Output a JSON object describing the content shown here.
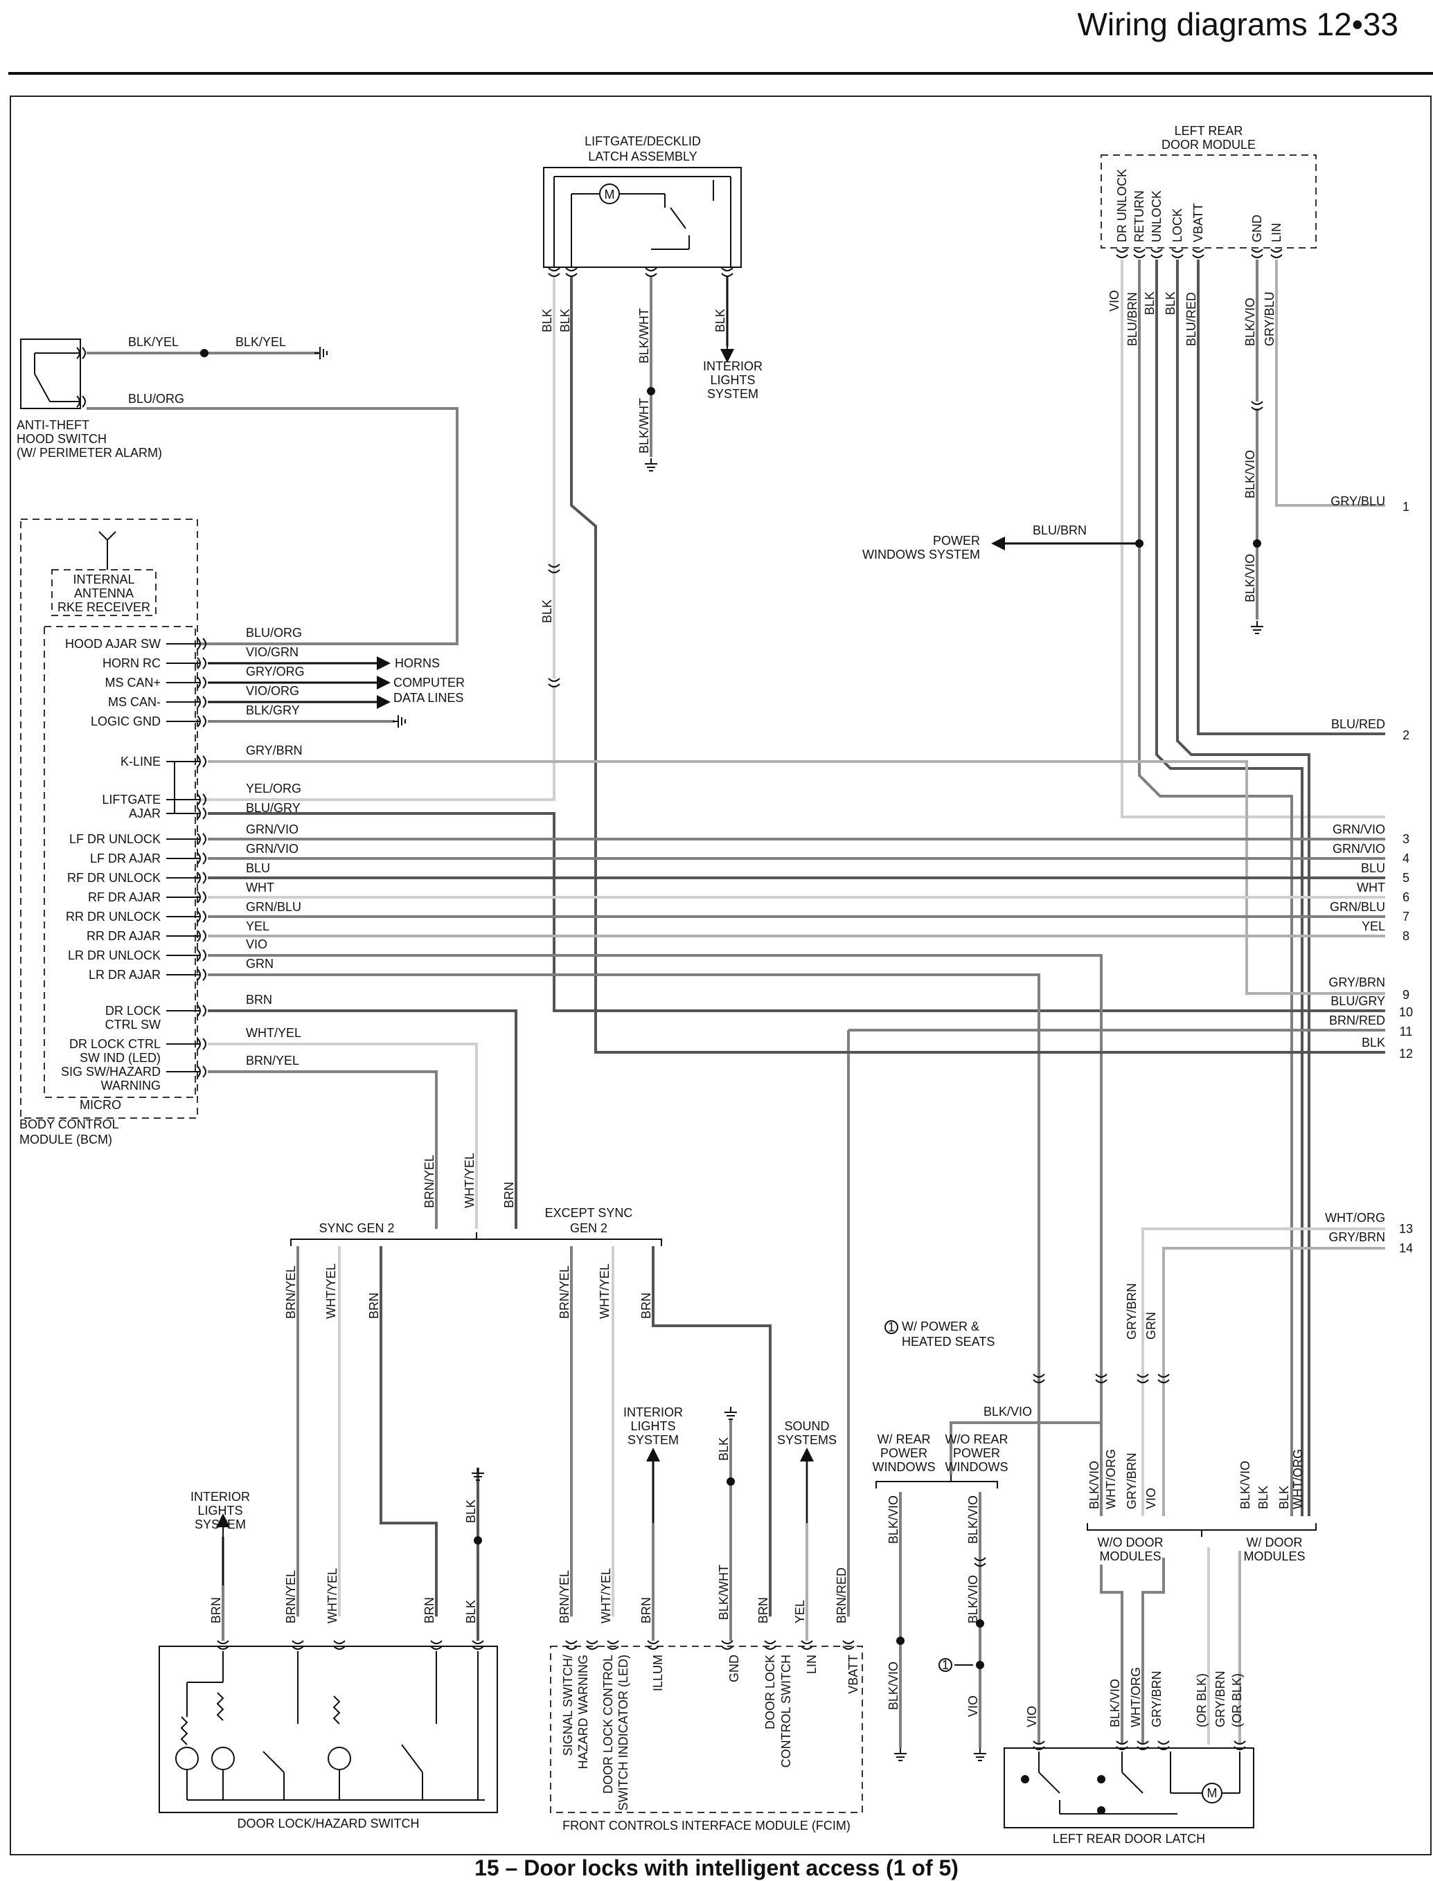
{
  "header": {
    "title": "Wiring diagrams  12•33"
  },
  "caption": "15 – Door locks with intelligent access (1 of 5)",
  "components": {
    "liftgate_latch": [
      "LIFTGATE/DECKLID",
      "LATCH ASSEMBLY"
    ],
    "left_rear_door_module": [
      "LEFT REAR",
      "DOOR MODULE"
    ],
    "lr_module_pins": [
      "DR UNLOCK",
      "RETURN",
      "UNLOCK",
      "LOCK",
      "VBATT",
      "GND",
      "LIN"
    ],
    "anti_theft": [
      "ANTI-THEFT",
      "HOOD SWITCH",
      "(W/ PERIMETER ALARM)"
    ],
    "antenna": [
      "INTERNAL",
      "ANTENNA",
      "RKE RECEIVER"
    ],
    "bcm": [
      "BODY CONTROL",
      "MODULE (BCM)"
    ],
    "micro": "MICRO",
    "door_lock_hazard": "DOOR LOCK/HAZARD SWITCH",
    "fcim": "FRONT CONTROLS INTERFACE MODULE (FCIM)",
    "fcim_pins": [
      "SIGNAL SWITCH/",
      "HAZARD WARNING",
      "DOOR LOCK CONTROL",
      "SWITCH INDICATOR (LED)",
      "ILLUM",
      "GND",
      "DOOR LOCK",
      "CONTROL SWITCH",
      "LIN",
      "VBATT"
    ],
    "left_rear_latch": "LEFT REAR DOOR LATCH",
    "motor": "M"
  },
  "bcm_pins": [
    "HOOD AJAR SW",
    "HORN RC",
    "MS CAN+",
    "MS CAN-",
    "LOGIC GND",
    "K-LINE",
    "LIFTGATE",
    "AJAR",
    "LF DR UNLOCK",
    "LF DR AJAR",
    "RF DR UNLOCK",
    "RF DR AJAR",
    "RR DR UNLOCK",
    "RR DR AJAR",
    "LR DR UNLOCK",
    "LR DR AJAR",
    "DR LOCK",
    "CTRL SW",
    "DR LOCK CTRL",
    "SW IND (LED)",
    "SIG SW/HAZARD",
    "WARNING"
  ],
  "wires": {
    "bcm": [
      "BLU/ORG",
      "VIO/GRN",
      "GRY/ORG",
      "VIO/ORG",
      "BLK/GRY",
      "GRY/BRN",
      "YEL/ORG",
      "BLU/GRY",
      "GRN/VIO",
      "GRN/VIO",
      "BLU",
      "WHT",
      "GRN/BLU",
      "YEL",
      "VIO",
      "GRN",
      "BRN",
      "WHT/YEL",
      "BRN/YEL"
    ],
    "hood": [
      "BLK/YEL",
      "BLK/YEL",
      "BLU/ORG"
    ],
    "liftgate": [
      "BLK",
      "BLK",
      "BLK/WHT",
      "BLK",
      "BLK/WHT",
      "BLK"
    ],
    "lr_module": [
      "VIO",
      "BLU/BRN",
      "BLK",
      "BLK",
      "BLU/RED",
      "BLK/VIO",
      "GRY/BLU",
      "BLK/VIO",
      "BLK/VIO",
      "BLU/BRN"
    ],
    "right": [
      "GRY/BLU",
      "BLU/RED",
      "GRN/VIO",
      "GRN/VIO",
      "BLU",
      "WHT",
      "GRN/BLU",
      "YEL",
      "GRY/BRN",
      "BLU/GRY",
      "BRN/RED",
      "BLK",
      "WHT/ORG",
      "GRY/BRN"
    ],
    "sync": [
      "BRN/YEL",
      "WHT/YEL",
      "BRN",
      "BRN/YEL",
      "WHT/YEL",
      "BRN",
      "BRN/YEL",
      "WHT/YEL",
      "BRN",
      "BRN/YEL",
      "WHT/YEL",
      "BRN"
    ],
    "lower": [
      "BRN",
      "BRN/YEL",
      "WHT/YEL",
      "BRN",
      "BLK",
      "BLK",
      "BRN/YEL",
      "WHT/YEL",
      "BRN",
      "BLK/WHT",
      "BLK",
      "BRN",
      "YEL",
      "BRN/RED",
      "BLK/VIO",
      "BLK/VIO",
      "BLK/VIO",
      "BLK/VIO",
      "BLK/VIO",
      "VIO",
      "BLK/VIO",
      "WHT/ORG",
      "GRY/BRN",
      "VIO",
      "BLK/VIO",
      "BLK",
      "BLK",
      "WHT/ORG",
      "GRY/BRN",
      "GRN",
      "VIO",
      "BLK/VIO",
      "WHT/ORG",
      "GRY/BRN",
      "(OR BLK)",
      "GRY/BRN",
      "(OR BLK)"
    ]
  },
  "connector_numbers": [
    "1",
    "2",
    "3",
    "4",
    "5",
    "6",
    "7",
    "8",
    "9",
    "10",
    "11",
    "12",
    "13",
    "14"
  ],
  "destinations": {
    "interior_lights": [
      "INTERIOR",
      "LIGHTS",
      "SYSTEM"
    ],
    "power_windows": [
      "POWER",
      "WINDOWS SYSTEM"
    ],
    "horns": "HORNS",
    "computer": [
      "COMPUTER",
      "DATA LINES"
    ],
    "sound": [
      "SOUND",
      "SYSTEMS"
    ]
  },
  "groups": {
    "sync_gen2": "SYNC GEN 2",
    "except_sync": [
      "EXCEPT SYNC",
      "GEN 2"
    ],
    "w_rear_pw": [
      "W/ REAR",
      "POWER",
      "WINDOWS"
    ],
    "wo_rear_pw": [
      "W/O REAR",
      "POWER",
      "WINDOWS"
    ],
    "wo_door_modules": [
      "W/O DOOR",
      "MODULES"
    ],
    "w_door_modules": [
      "W/ DOOR",
      "MODULES"
    ],
    "note_marker": "1",
    "note": [
      "W/ POWER &",
      "HEATED SEATS"
    ]
  },
  "colors": {
    "ink": "#111111",
    "wire_dark": "#555555",
    "wire_mid": "#808080",
    "wire_light": "#b0b0b0",
    "wire_pale": "#cfcfcf"
  }
}
